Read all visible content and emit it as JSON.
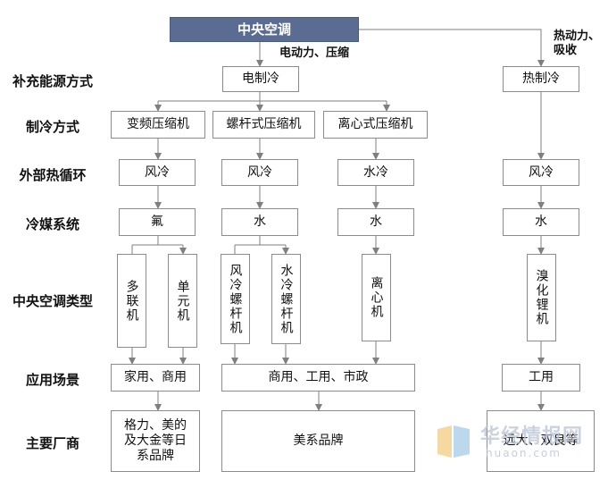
{
  "top": "中央空调",
  "energy": {
    "electric": "电动力、压缩",
    "thermal": "热动力、\n吸收"
  },
  "row_labels": {
    "supplement": "补充能源方式",
    "refrigeration": "制冷方式",
    "heat_cycle": "外部热循环",
    "refrigerant_system": "冷媒系统",
    "ac_types": "中央空调类型",
    "applications": "应用场景",
    "manufacturers": "主要厂商"
  },
  "electric": "电制冷",
  "thermal": "热制冷",
  "compressors": [
    "变频压缩机",
    "螺杆式压缩机",
    "离心式压缩机"
  ],
  "heat_cycle": {
    "c1": "风冷",
    "c2": "风冷",
    "c3": "水冷",
    "c4": "风冷"
  },
  "refrigerant": {
    "c1": "氟",
    "c2": "水",
    "c3": "水",
    "c4": "水"
  },
  "types": {
    "multi": "多联机",
    "unit": "单元机",
    "air_screw": "风冷螺杆机",
    "water_screw": "水冷螺杆机",
    "centrifugal": "离心机",
    "lithium": "溴化锂机"
  },
  "applications": {
    "c1": "家用、商用",
    "c23": "商用、工用、市政",
    "c4": "工用"
  },
  "manufacturers": {
    "c1": "格力、美的\n及大金等日\n系品牌",
    "c23": "美系品牌",
    "c4": "远大、双良等"
  },
  "watermark": {
    "cn": "华经情报网",
    "en": "huaon.com"
  },
  "colors": {
    "top_fill": "#5b6c93",
    "line": "#7f7f7f",
    "border": "#8c8c8c"
  }
}
